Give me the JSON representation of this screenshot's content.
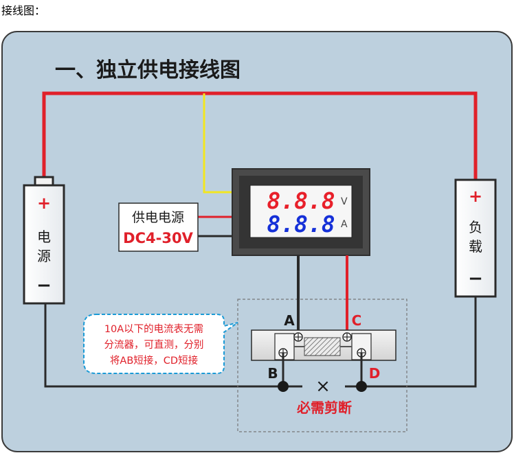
{
  "caption": "接线图：",
  "title": "一、独立供电接线图",
  "battery": {
    "plus": "+",
    "label_1": "电",
    "label_2": "源",
    "minus": "−"
  },
  "load": {
    "plus": "+",
    "label_1": "负",
    "label_2": "载",
    "minus": "−"
  },
  "power_supply": {
    "line1": "供电电源",
    "line2": "DC4-30V"
  },
  "meter": {
    "volt_digits": "8.8.8",
    "volt_unit": "V",
    "amp_digits": "8.8.8",
    "amp_unit": "A"
  },
  "terminals": {
    "a": "A",
    "b": "B",
    "c": "C",
    "d": "D"
  },
  "note": {
    "line1": "10A以下的电流表无需",
    "line2": "分流器，可直测，分别",
    "line3": "将AB短接，CD短接"
  },
  "cut_mark": "×",
  "cut_label": "必需剪断",
  "colors": {
    "panel_bg": "#bdd0de",
    "panel_border": "#3a3a3a",
    "wire_red": "#e0202a",
    "wire_black": "#2a2a2a",
    "wire_yellow": "#f2e620",
    "volt_digits": "#e8202a",
    "amp_digits": "#1530d8",
    "note_border": "#1a9ad6",
    "cut_label": "#e0202a"
  }
}
